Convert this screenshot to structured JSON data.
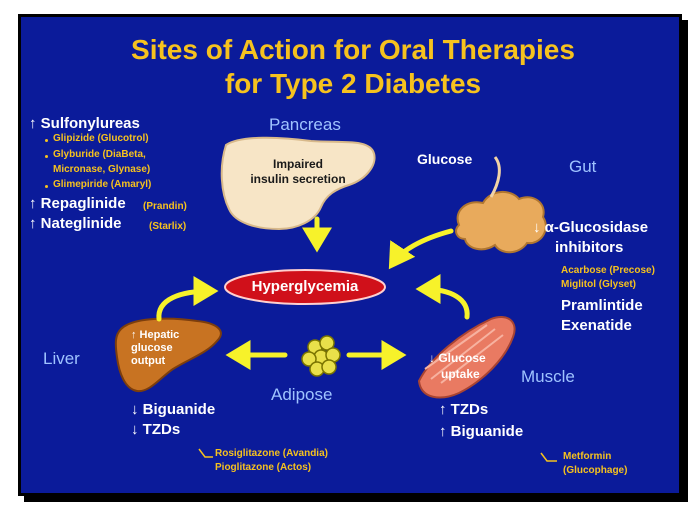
{
  "title": {
    "line1": "Sites of Action for Oral Therapies",
    "line2": "for Type 2 Diabetes"
  },
  "organs": {
    "pancreas": "Pancreas",
    "gut": "Gut",
    "liver": "Liver",
    "adipose": "Adipose",
    "muscle": "Muscle"
  },
  "center": {
    "label": "Hyperglycemia"
  },
  "pancreas_box": {
    "line1": "Impaired",
    "line2": "insulin secretion"
  },
  "liver_box": {
    "line1": "↑ Hepatic",
    "line2": "glucose",
    "line3": "output"
  },
  "muscle_box": {
    "line1": "↓ Glucose",
    "line2": "uptake"
  },
  "glucose_label": "Glucose",
  "sulfonylureas": {
    "head": "↑ Sulfonylureas",
    "items": [
      "Glipizide (Glucotrol)",
      "Glyburide (DiaBeta,",
      "Micronase, Glynase)",
      "Glimepiride (Amaryl)"
    ],
    "repaglinide": "↑ Repaglinide",
    "repaglinide_brand": "(Prandin)",
    "nateglinide": "↑ Nateglinide",
    "nateglinide_brand": "(Starlix)"
  },
  "gut_drugs": {
    "line1": "↓ α-Glucosidase",
    "line2": "inhibitors",
    "acarbose": "Acarbose (Precose)",
    "miglitol": "Miglitol (Glyset)",
    "pramlintide": "Pramlintide",
    "exenatide": "Exenatide"
  },
  "liver_drugs": {
    "biguanide": "↓ Biguanide",
    "tzds": "↓ TZDs",
    "rosi": "Rosiglitazone (Avandia)",
    "pio": "Pioglitazone (Actos)"
  },
  "muscle_drugs": {
    "tzds": "↑ TZDs",
    "biguanide": "↑ Biguanide",
    "metformin1": "Metformin",
    "metformin2": "(Glucophage)"
  },
  "colors": {
    "background": "#0b1b9a",
    "title": "#f6c21e",
    "arrows": "#f7f22a",
    "hyper": "#d0101a",
    "label": "#9fc3ff"
  }
}
